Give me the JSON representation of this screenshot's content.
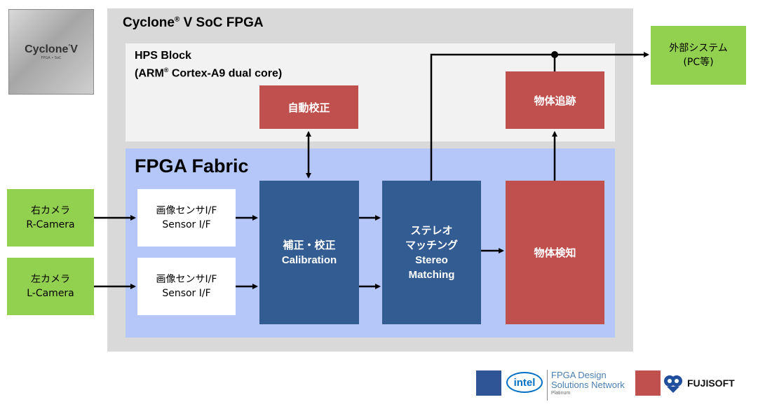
{
  "chip": {
    "brand": "Cyclone",
    "version": "V",
    "subtitle": "FPGA • SoC"
  },
  "soc": {
    "title_main": "Cyclone",
    "title_reg": "®",
    "title_rest": " V SoC FPGA"
  },
  "hps": {
    "line1": "HPS Block",
    "line2_pre": "(ARM",
    "line2_reg": "®",
    "line2_post": " Cortex-A9 dual core)"
  },
  "fpga": {
    "title": "FPGA Fabric"
  },
  "cameras": {
    "right": {
      "jp": "右カメラ",
      "en": "R-Camera"
    },
    "left": {
      "jp": "左カメラ",
      "en": "L-Camera"
    }
  },
  "sensors": [
    {
      "jp": "画像センサI/F",
      "en": "Sensor I/F"
    },
    {
      "jp": "画像センサI/F",
      "en": "Sensor I/F"
    }
  ],
  "calibration": {
    "jp": "補正・校正",
    "en": "Calibration"
  },
  "stereo": {
    "jp1": "ステレオ",
    "jp2": "マッチング",
    "en1": "Stereo",
    "en2": "Matching"
  },
  "auto_calib": "自動校正",
  "tracking": "物体追跡",
  "detection": "物体検知",
  "external": {
    "line1": "外部システム",
    "line2": "(PC等)"
  },
  "footer": {
    "intel": "intel",
    "partner_line1": "FPGA Design",
    "partner_line2": "Solutions Network",
    "partner_tier": "Platinum",
    "fujisoft": "FUJISOFT"
  },
  "colors": {
    "soc_bg": "#d9d9d9",
    "hps_bg": "#f2f2f2",
    "fpga_bg": "#b4c7f8",
    "green": "#92d050",
    "blue": "#335d92",
    "red": "#c0504d",
    "logo_blue": "#2f5597",
    "intel_blue": "#0071c5"
  }
}
